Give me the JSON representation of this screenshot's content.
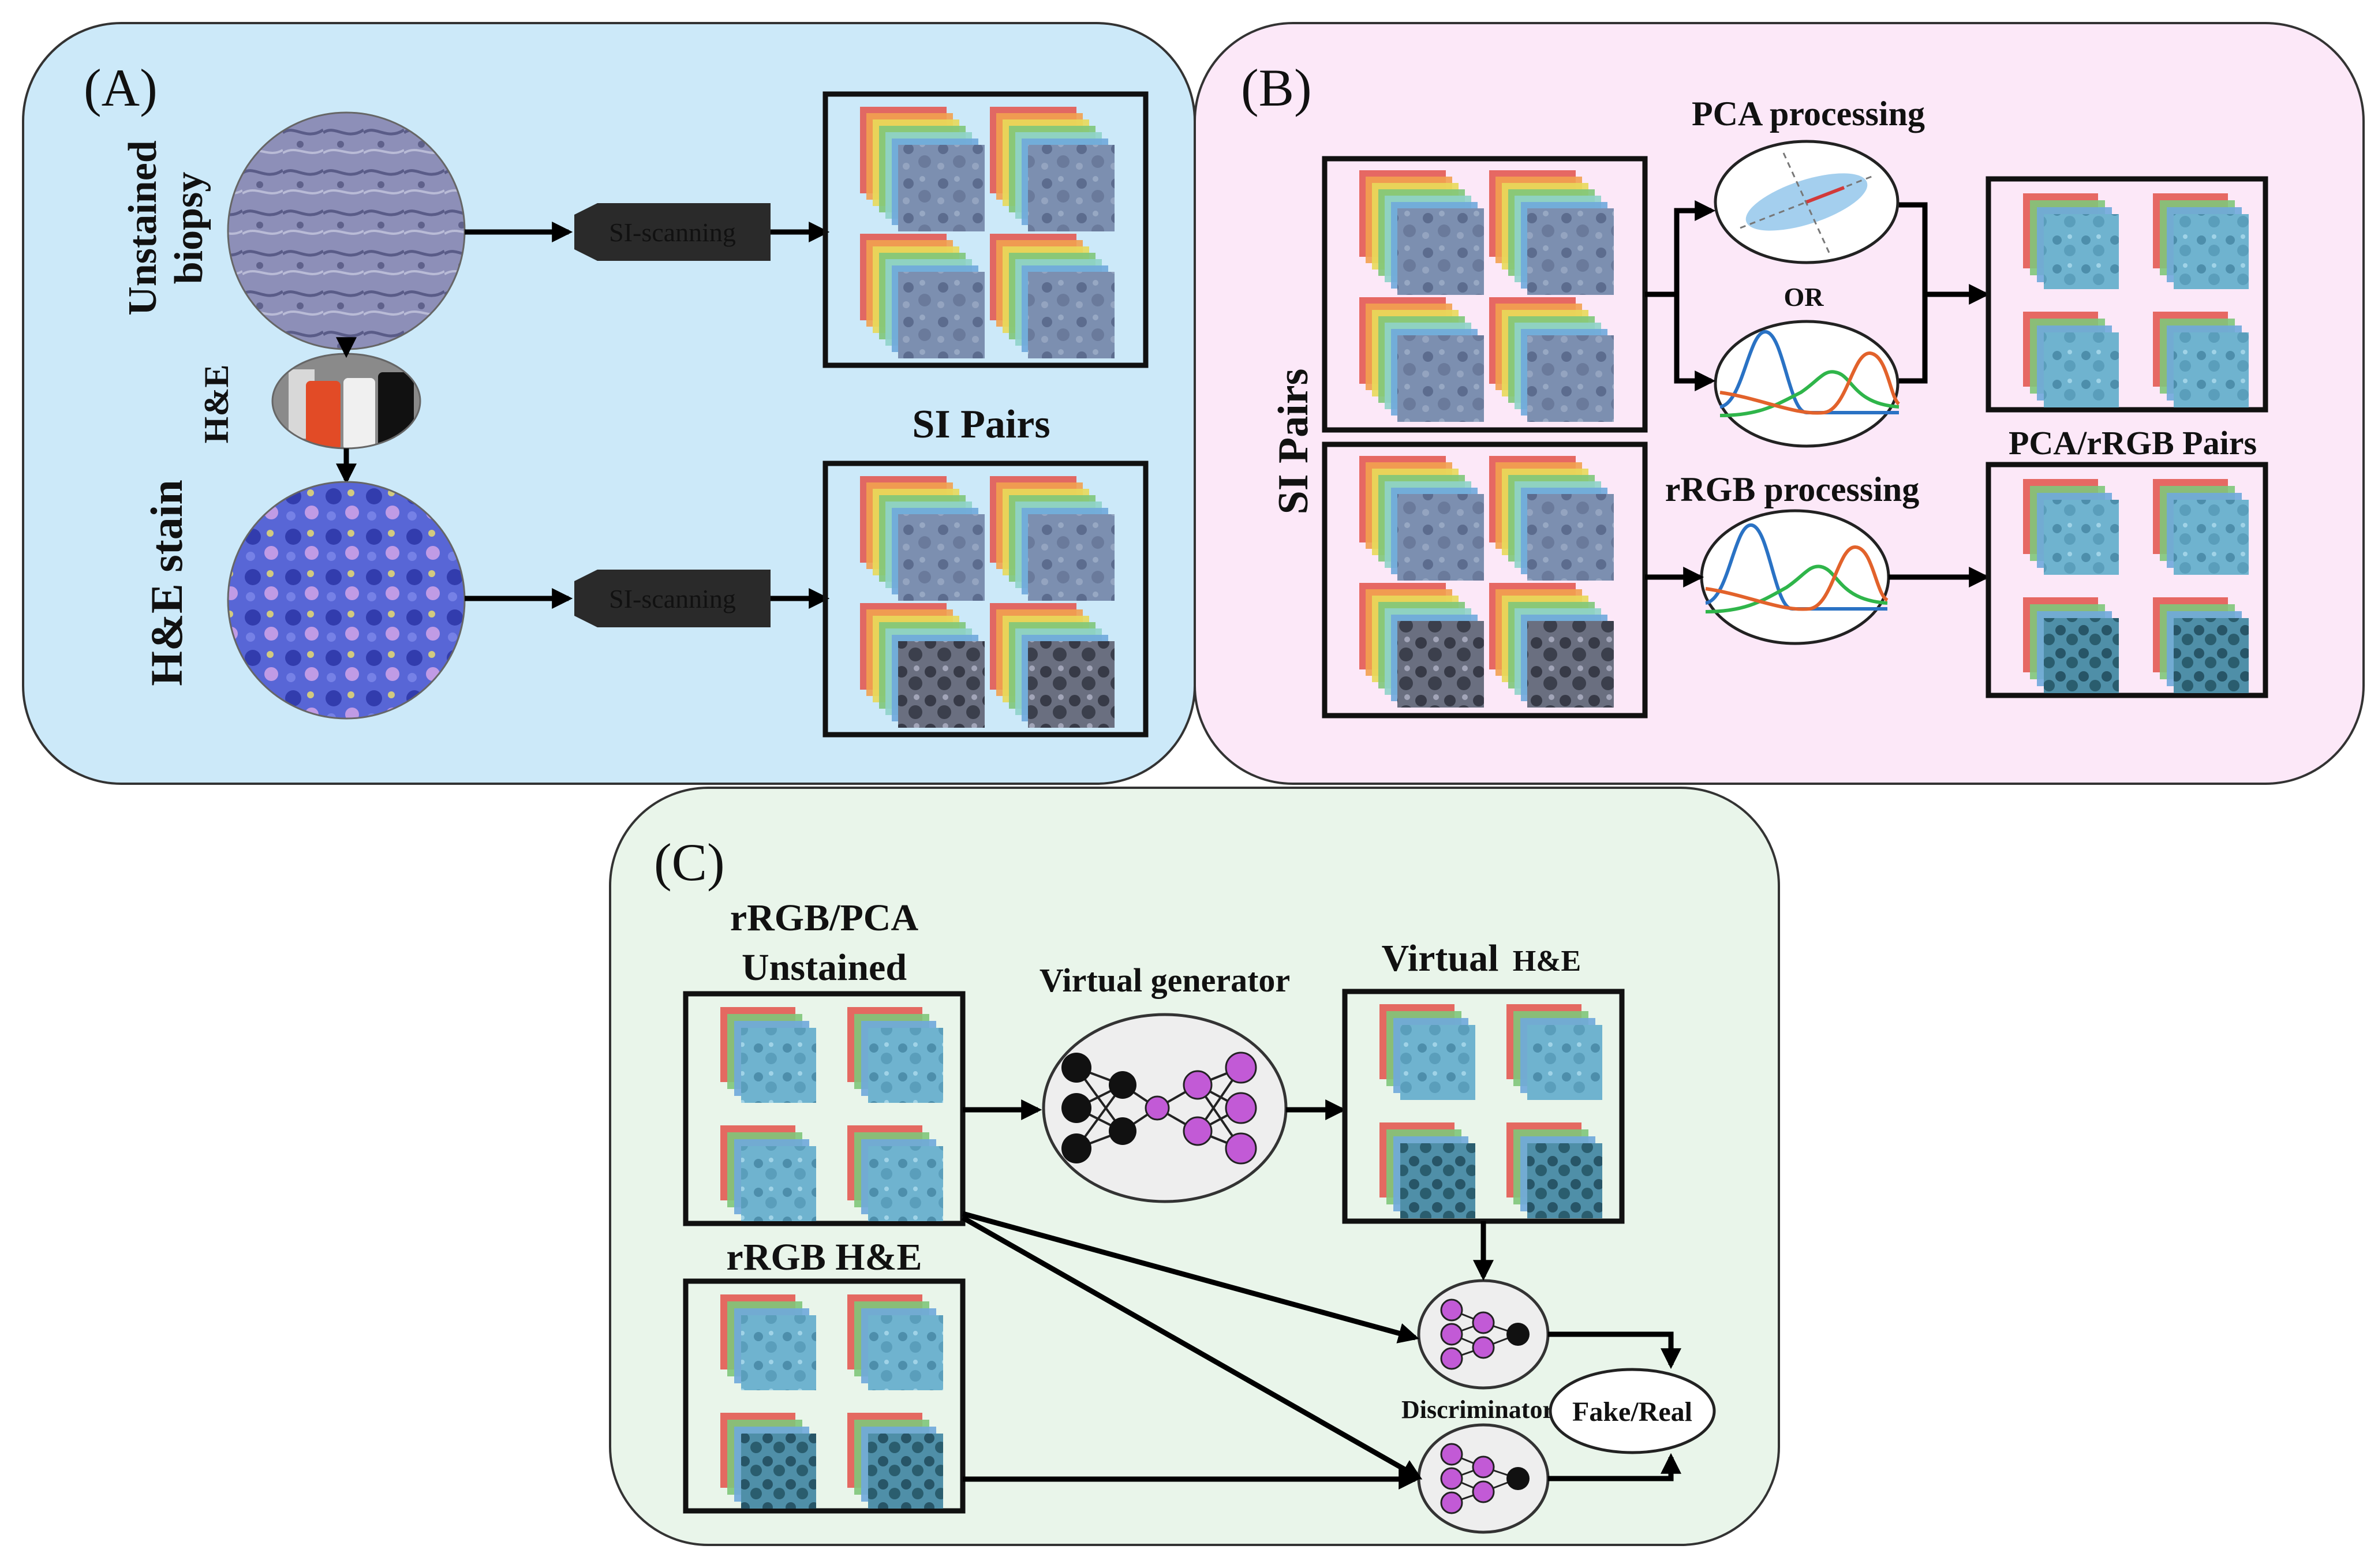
{
  "panels": {
    "a": {
      "letter": "(A)",
      "top_sample": "Unstained biopsy",
      "top_sample_line1": "Unstained",
      "top_sample_line2": "biopsy",
      "stain_step": "H&E",
      "bottom_sample": "H&E stain",
      "scanner": "SI-scanning",
      "output_title": "SI Pairs",
      "bg": "#cce9f9"
    },
    "b": {
      "letter": "(B)",
      "input_title": "SI Pairs",
      "pca_title": "PCA processing",
      "or_label": "OR",
      "rrgb_title": "rRGB processing",
      "output_title": "PCA/rRGB Pairs",
      "bg": "#fce8f8"
    },
    "c": {
      "letter": "(C)",
      "input_title_line1": "rRGB/PCA",
      "input_title_line2": "Unstained",
      "generator_title": "Virtual generator",
      "virtual_title_main": "Virtual",
      "virtual_title_sub": "H&E",
      "reference_title": "rRGB H&E",
      "discriminator_label": "Discriminator",
      "decision_label": "Fake/Real",
      "bg": "#e9f5ea"
    }
  },
  "colors": {
    "spectral_band_red": "#e35a52",
    "spectral_band_green": "#7fc77a",
    "spectral_band_blue": "#6fa8dc",
    "tissue_tile": "#6fb3cf",
    "node_purple": "#c25ad6",
    "node_black": "#111111"
  },
  "icons": [
    "tissue-core-image",
    "stain-bottles-photo",
    "objective-scanner-icon",
    "image-stack-icon",
    "pca-scatter-icon",
    "spectrum-curves-icon",
    "neural-network-icon"
  ]
}
